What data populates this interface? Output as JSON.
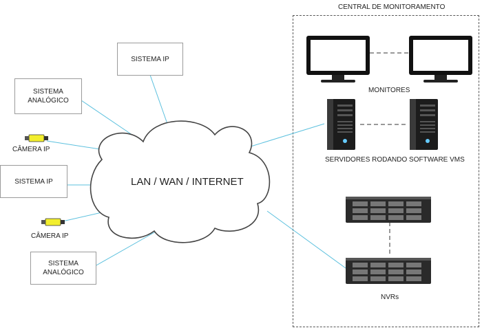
{
  "network": {
    "label": "LAN / WAN / INTERNET"
  },
  "central": {
    "title": "CENTRAL DE MONITORAMENTO"
  },
  "sources": {
    "ip_system_top": "SISTEMA IP",
    "analog_top": "SISTEMA\nANALÓGICO",
    "camera_top": "CÂMERA IP",
    "ip_system_mid": "SISTEMA IP",
    "camera_bottom": "CÂMERA IP",
    "analog_bottom": "SISTEMA\nANALÓGICO"
  },
  "groups": {
    "monitors": "MONITORES",
    "servers": "SERVIDORES RODANDO SOFTWARE VMS",
    "nvrs": "NVRs"
  },
  "colors": {
    "link": "#5bc0de",
    "camera": "#f2ee2e",
    "monitor": "#111111",
    "server": "#1c1c1c"
  }
}
